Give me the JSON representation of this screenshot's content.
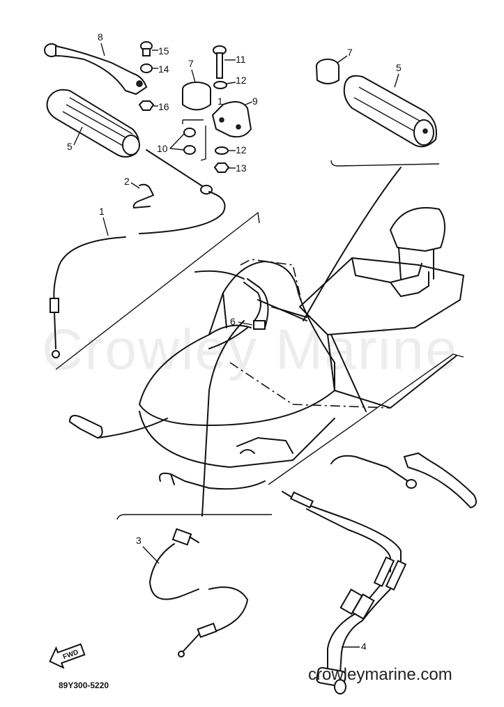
{
  "diagram": {
    "callouts": [
      "1",
      "2",
      "3",
      "4",
      "5",
      "5",
      "6",
      "7",
      "7",
      "8",
      "9",
      "10",
      "11",
      "12",
      "12",
      "13",
      "14",
      "15",
      "16"
    ],
    "fwd_label": "FWD",
    "part_code": "89Y300-5220",
    "watermark": "Crowley Marine",
    "site": "crowleymarine.com"
  }
}
